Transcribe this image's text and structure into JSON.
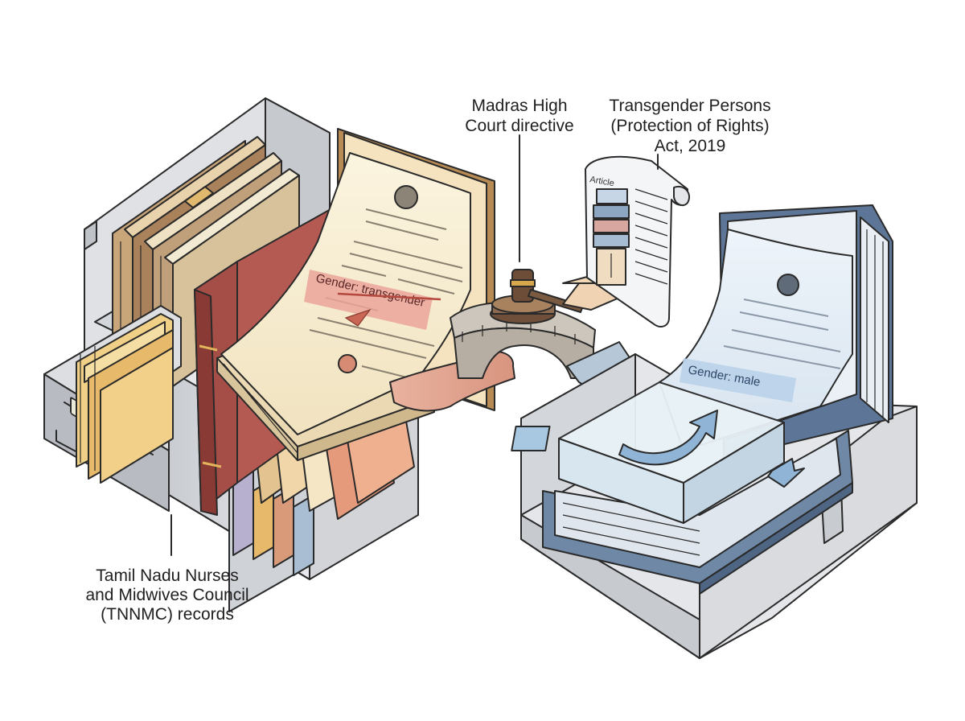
{
  "labels": {
    "records": [
      "Tamil Nadu Nurses",
      "and Midwives Council",
      "(TNNMC) records"
    ],
    "court": [
      "Madras High",
      "Court directive"
    ],
    "act": [
      "Transgender Persons",
      "(Protection of Rights)",
      "Act, 2019"
    ]
  },
  "documents": {
    "old_gender": "Gender: transgender",
    "new_gender": "Gender: male",
    "scroll_heading": "Article"
  },
  "icons": [
    "filing-cabinet-icon",
    "gavel-icon",
    "bridge-icon",
    "scroll-icon",
    "archive-tray-icon",
    "arrow-icon"
  ],
  "colors": {
    "old_record_highlight": "#e9a7a0",
    "new_record_highlight": "#b9d2ea",
    "cabinet_grey": "#d9dbde",
    "ledger_blue": "#5b7392",
    "book_red": "#9a4a45"
  }
}
